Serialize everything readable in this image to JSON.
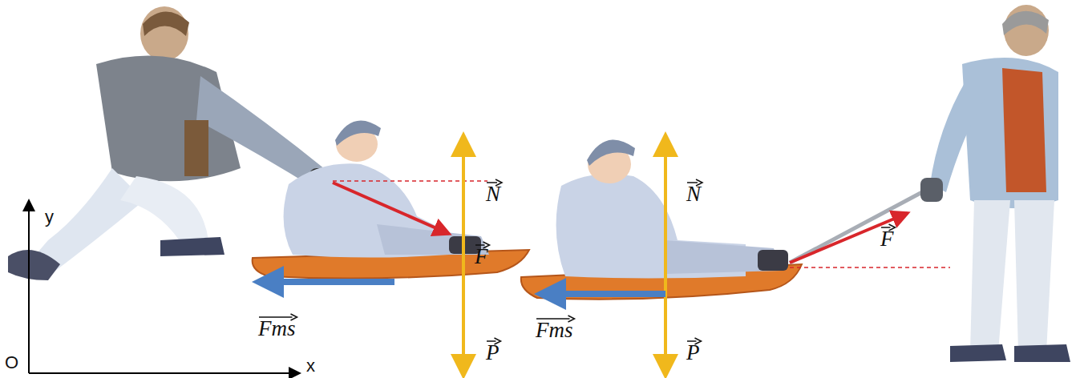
{
  "diagram": {
    "labels": [
      "N",
      "F",
      "Fms",
      "P",
      "N",
      "F",
      "Fms",
      "P",
      "y",
      "O",
      "x"
    ]
  }
}
